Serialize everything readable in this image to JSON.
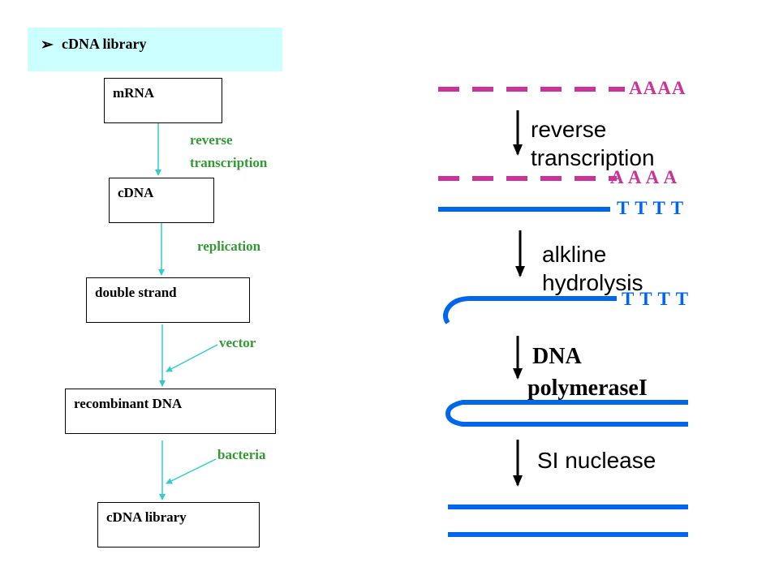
{
  "header": {
    "bullet": "➢",
    "title": "cDNA library"
  },
  "flow": {
    "boxes": [
      "mRNA",
      "cDNA",
      "double strand",
      "recombinant DNA",
      "cDNA library"
    ],
    "step_labels": [
      "reverse",
      "transcription",
      "replication",
      "vector",
      "bacteria"
    ]
  },
  "scheme": {
    "poly_a": "AAAA",
    "poly_a_spaced": "A A A A",
    "poly_t": "T T T T",
    "steps": [
      "reverse",
      "transcription",
      "alkline",
      "hydrolysis",
      "DNA",
      "polymeraseI",
      "SI nuclease"
    ]
  },
  "colors": {
    "mrna_strand": "#cc3399",
    "dna_strand": "#0066ee",
    "flow_label": "#339933",
    "flow_arrow": "#33cccc",
    "header_band": "#ccffff"
  }
}
